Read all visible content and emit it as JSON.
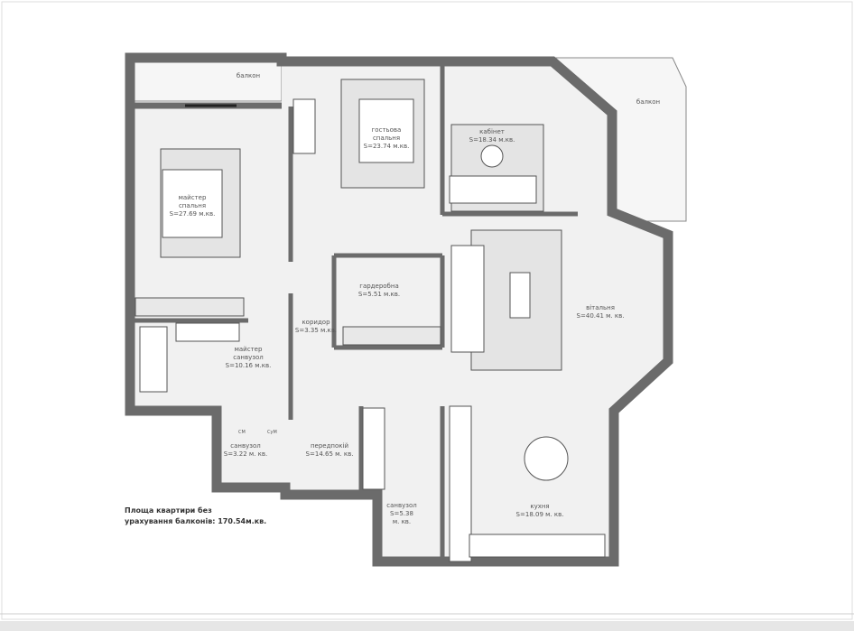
{
  "rooms": {
    "balcony_left": {
      "name": "балкон"
    },
    "balcony_right": {
      "name": "балкон"
    },
    "guest_bedroom": {
      "name_1": "гостьова",
      "name_2": "спальня",
      "area": "S=23.74 м.кв."
    },
    "study": {
      "name": "кабінет",
      "area": "S=18.34 м.кв."
    },
    "master_bedroom": {
      "name_1": "майстер",
      "name_2": "спальня",
      "area": "S=27.69 м.кв."
    },
    "wardrobe": {
      "name": "гардеробна",
      "area": "S=5.51 м.кв."
    },
    "corridor": {
      "name": "коридор",
      "area": "S=3.35 м.кв."
    },
    "living_room": {
      "name": "вітальня",
      "area": "S=40.41 м. кв."
    },
    "master_bathroom": {
      "name_1": "майстер",
      "name_2": "санвузол",
      "area": "S=10.16 м.кв."
    },
    "bathroom_small": {
      "name": "санвузол",
      "area": "S=3.22 м. кв."
    },
    "hallway": {
      "name": "передпокій",
      "area": "S=14.65 м. кв."
    },
    "bathroom_2": {
      "name": "санвузол",
      "area_1": "S=5.38",
      "area_2": "м. кв."
    },
    "kitchen": {
      "name": "кухня",
      "area": "S=18.09 м. кв."
    }
  },
  "appliances": {
    "washer": "СМ",
    "dryer": "СуМ"
  },
  "total_note": {
    "line1": "Площа квартири без",
    "line2": "урахування балконів: 170.54м.кв."
  },
  "colors": {
    "wall": "#6b6b6b",
    "floor": "#f1f1f1",
    "text": "#555555"
  }
}
